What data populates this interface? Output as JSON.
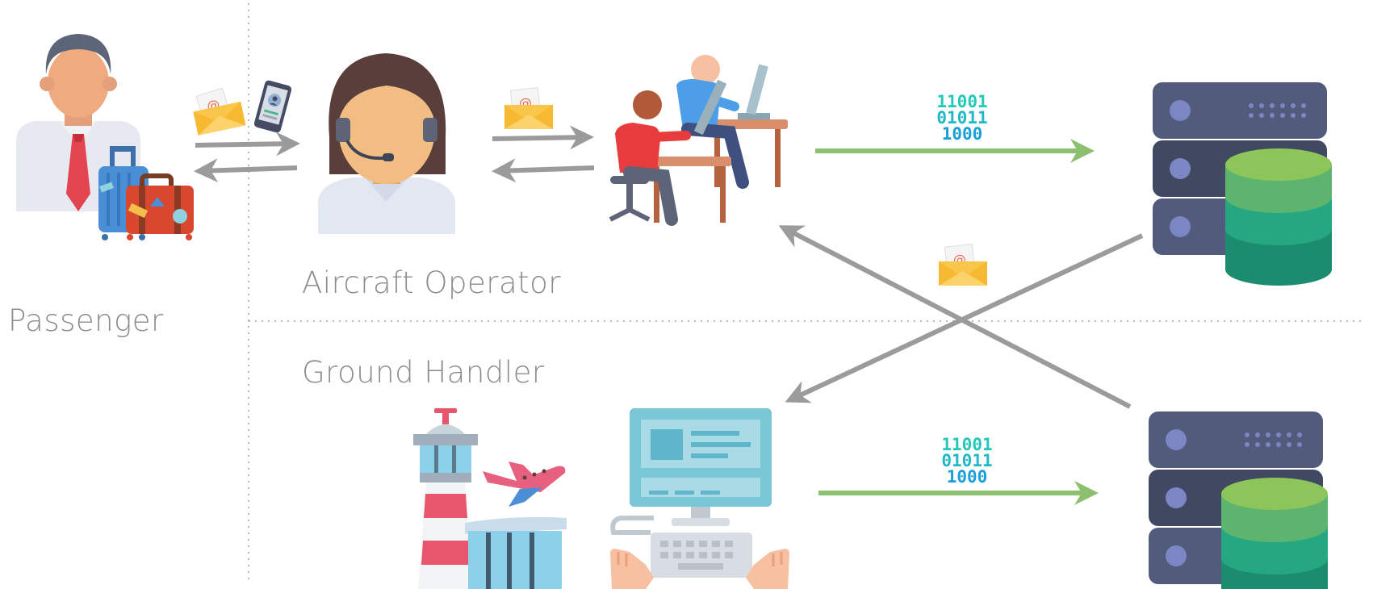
{
  "labels": {
    "passenger": "Passenger",
    "aircraft_operator": "Aircraft Operator",
    "ground_handler": "Ground Handler"
  },
  "binary": {
    "top": [
      "11001",
      "01011",
      "1000"
    ],
    "bottom": [
      "11001",
      "01011",
      "1000"
    ]
  },
  "icons": [
    "passenger-icon",
    "luggage-icon",
    "email-icon",
    "mobile-phone-icon",
    "call-center-agent-icon",
    "office-workers-icon",
    "database-server-icon",
    "control-tower-icon",
    "airplane-icon",
    "desktop-computer-icon",
    "binary-data-icon"
  ],
  "colors": {
    "arrow_gray": "#9b9b9b",
    "arrow_green": "#8dc06e",
    "divider": "#b5b5b5",
    "label": "#8c8c8c",
    "binary": "#22b8c8"
  }
}
